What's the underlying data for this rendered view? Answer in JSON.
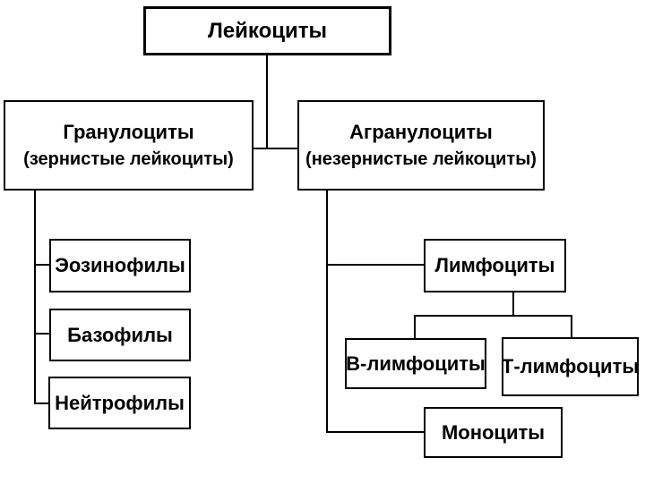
{
  "diagram": {
    "type": "tree",
    "background": "#ffffff",
    "line_color": "#000000",
    "box_fill": "#ffffff",
    "box_border": "#000000",
    "text_color": "#000000",
    "nodes": {
      "leukocytes": {
        "label": "Лейкоциты"
      },
      "granulocytes": {
        "label": "Гранулоциты",
        "sublabel": "(зернистые лейкоциты)"
      },
      "agranulocytes": {
        "label": "Агранулоциты",
        "sublabel": "(незернистые лейкоциты)"
      },
      "eosinophils": {
        "label": "Эозинофилы"
      },
      "basophils": {
        "label": "Базофилы"
      },
      "neutrophils": {
        "label": "Нейтрофилы"
      },
      "lymphocytes": {
        "label": "Лимфоциты"
      },
      "b_lymphocytes": {
        "label": "В-лимфоциты"
      },
      "t_lymphocytes": {
        "label": "Т-лимфоциты"
      },
      "monocytes": {
        "label": "Моноциты"
      }
    },
    "edges": [
      [
        "leukocytes",
        "granulocytes"
      ],
      [
        "leukocytes",
        "agranulocytes"
      ],
      [
        "granulocytes",
        "eosinophils"
      ],
      [
        "granulocytes",
        "basophils"
      ],
      [
        "granulocytes",
        "neutrophils"
      ],
      [
        "agranulocytes",
        "lymphocytes"
      ],
      [
        "agranulocytes",
        "monocytes"
      ],
      [
        "lymphocytes",
        "b_lymphocytes"
      ],
      [
        "lymphocytes",
        "t_lymphocytes"
      ]
    ]
  }
}
